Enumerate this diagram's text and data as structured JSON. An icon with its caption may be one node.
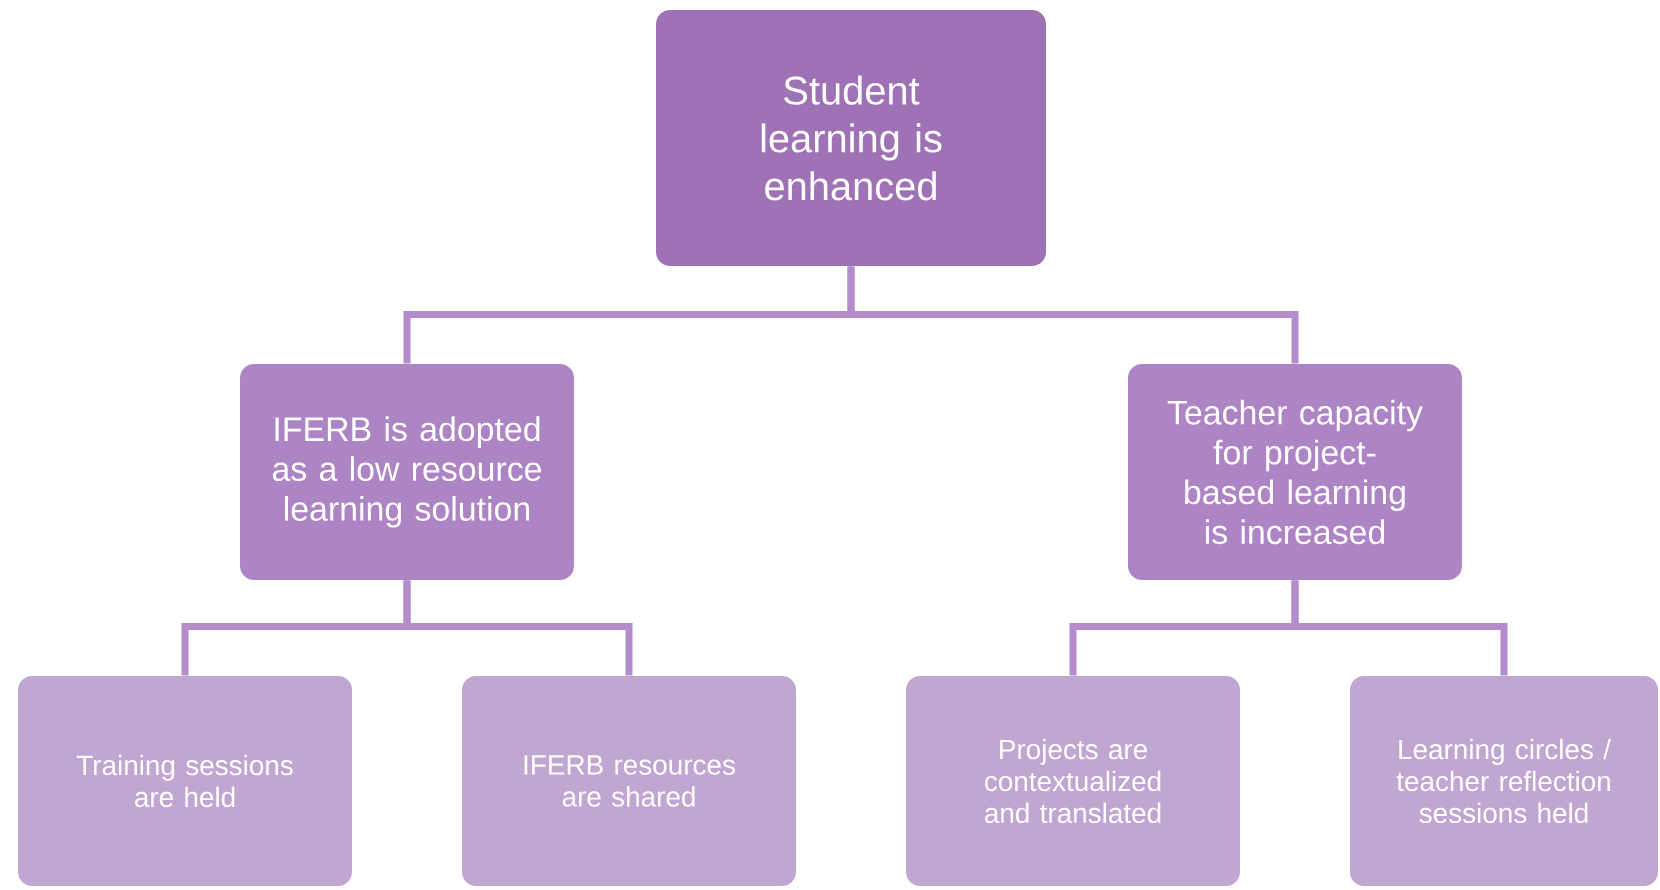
{
  "diagram": {
    "nodes": [
      {
        "text": [
          "Student learning is enhanced"
        ]
      },
      {
        "text": [
          "IFERB is adopted as a low resource learning solution"
        ]
      },
      {
        "text": [
          "Teacher capacity for project-based learning is increased"
        ]
      },
      {
        "text": [
          "Training sessions are held"
        ]
      },
      {
        "text": [
          "IFERB resources are shared"
        ]
      },
      {
        "text": [
          "Projects are contextualized and translated"
        ]
      },
      {
        "text": [
          "Learning circles / teacher reflection sessions held"
        ]
      }
    ],
    "edges": [
      {
        "from": 0,
        "to": 1,
        "arrow": "none"
      },
      {
        "from": 0,
        "to": 2,
        "arrow": "none"
      },
      {
        "from": 1,
        "to": 3,
        "arrow": "none"
      },
      {
        "from": 1,
        "to": 4,
        "arrow": "none"
      },
      {
        "from": 2,
        "to": 5,
        "arrow": "none"
      },
      {
        "from": 2,
        "to": 6,
        "arrow": "none"
      }
    ]
  }
}
